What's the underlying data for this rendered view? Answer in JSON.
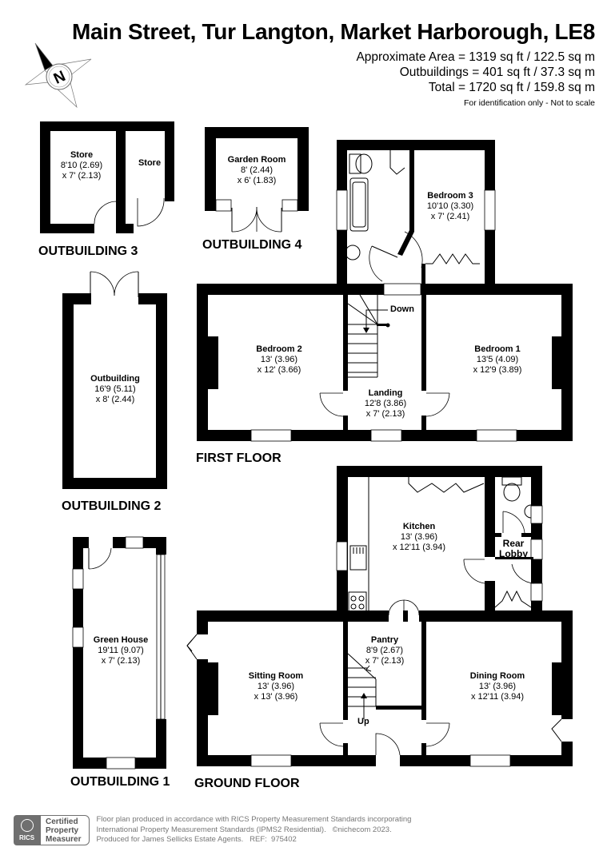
{
  "header": {
    "title": "Main Street, Tur Langton, Market Harborough, LE8",
    "approximate_area": "Approximate Area = 1319 sq ft / 122.5 sq m",
    "outbuildings_area": "Outbuildings = 401 sq ft / 37.3 sq m",
    "total_area": "Total = 1720 sq ft / 159.8 sq m",
    "note": "For identification only - Not to scale"
  },
  "compass": {
    "icon": "north-compass-icon",
    "letter": "N"
  },
  "floors": {
    "first_floor": {
      "label": "FIRST FLOOR",
      "rooms": [
        {
          "name": "Bedroom 3",
          "dim1": "10'10 (3.30)",
          "dim2": "x 7' (2.41)"
        },
        {
          "name": "Bedroom 2",
          "dim1": "13' (3.96)",
          "dim2": "x 12' (3.66)"
        },
        {
          "name": "Bedroom 1",
          "dim1": "13'5 (4.09)",
          "dim2": "x 12'9 (3.89)"
        },
        {
          "name": "Landing",
          "dim1": "12'8 (3.86)",
          "dim2": "x 7' (2.13)"
        }
      ],
      "stairs_label": "Down"
    },
    "ground_floor": {
      "label": "GROUND FLOOR",
      "rooms": [
        {
          "name": "Kitchen",
          "dim1": "13' (3.96)",
          "dim2": "x 12'11 (3.94)"
        },
        {
          "name": "Rear",
          "name2": "Lobby"
        },
        {
          "name": "Pantry",
          "dim1": "8'9 (2.67)",
          "dim2": "x 7' (2.13)"
        },
        {
          "name": "Sitting Room",
          "dim1": "13' (3.96)",
          "dim2": "x 13' (3.96)"
        },
        {
          "name": "Dining Room",
          "dim1": "13' (3.96)",
          "dim2": "x 12'11 (3.94)"
        }
      ],
      "stairs_label": "Up"
    }
  },
  "outbuildings": {
    "outbuilding_1": {
      "label": "OUTBUILDING 1",
      "room": {
        "name": "Green House",
        "dim1": "19'11 (9.07)",
        "dim2": "x 7' (2.13)"
      }
    },
    "outbuilding_2": {
      "label": "OUTBUILDING 2",
      "room": {
        "name": "Outbuilding",
        "dim1": "16'9 (5.11)",
        "dim2": "x 8' (2.44)"
      }
    },
    "outbuilding_3": {
      "label": "OUTBUILDING 3",
      "rooms": [
        {
          "name": "Store",
          "dim1": "8'10 (2.69)",
          "dim2": "x 7' (2.13)"
        },
        {
          "name": "Store"
        }
      ]
    },
    "outbuilding_4": {
      "label": "OUTBUILDING 4",
      "room": {
        "name": "Garden Room",
        "dim1": "8' (2.44)",
        "dim2": "x 6' (1.83)"
      }
    }
  },
  "footer": {
    "rics_logo_text": "RICS",
    "certified_line1": "Certified",
    "certified_line2": "Property",
    "certified_line3": "Measurer",
    "line1": "Floor plan produced in accordance with RICS Property Measurement Standards incorporating",
    "line2": "International Property Measurement Standards (IPMS2 Residential).   ©nichecom 2023.",
    "line3": "Produced for James Sellicks Estate Agents.   REF:  975402"
  },
  "colors": {
    "wall": "#000000",
    "background": "#ffffff",
    "footer_gray": "#6f6f6f"
  }
}
